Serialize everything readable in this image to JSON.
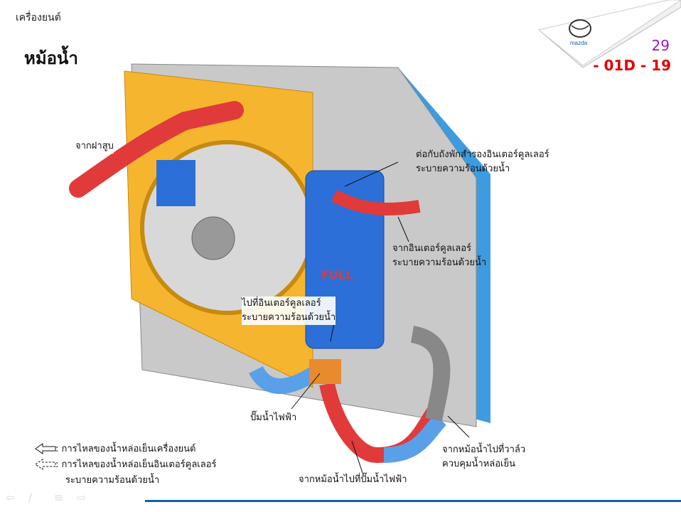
{
  "header": {
    "section": "เครื่องยนต์",
    "title": "หม้อน้ำ",
    "page_number": "29",
    "page_code": "- 01D - 19",
    "logo_text": "mazda"
  },
  "labels": {
    "from_cylinder_head": "จากฝาสูบ",
    "to_intercooler_tank": [
      "ต่อกับถังพักสำรองอินเตอร์คูลเลอร์",
      "ระบายความร้อนด้วยน้ำ"
    ],
    "from_intercooler": [
      "จากอินเตอร์คูลเลอร์",
      "ระบายความร้อนด้วยน้ำ"
    ],
    "to_intercooler": [
      "ไปที่อินเตอร์คูลเลอร์",
      "ระบายความร้อนด้วยน้ำ"
    ],
    "electric_pump": "ปั๊มน้ำไฟฟ้า",
    "radiator_to_valve": [
      "จากหม้อน้ำไปที่วาล์ว",
      "ควบคุมน้ำหล่อเย็น"
    ],
    "radiator_to_pump": "จากหม้อน้ำไปที่ปั๊มน้ำไฟฟ้า",
    "full_mark": "FULL"
  },
  "legend": {
    "solid": ": การไหลของน้ำหล่อเย็นเครื่องยนต์",
    "dashed": ": การไหลของน้ำหล่อเย็นอินเตอร์คูลเลอร์",
    "dashed_line2": "ระบายความร้อนด้วยน้ำ"
  },
  "colors": {
    "accent_red": "#e30000",
    "page_purple": "#9b19c9",
    "rule_blue": "#0f5fb5",
    "hose_red": "#e03a3a",
    "hose_blue": "#5aa0e8",
    "shroud": "#f5b52e"
  }
}
